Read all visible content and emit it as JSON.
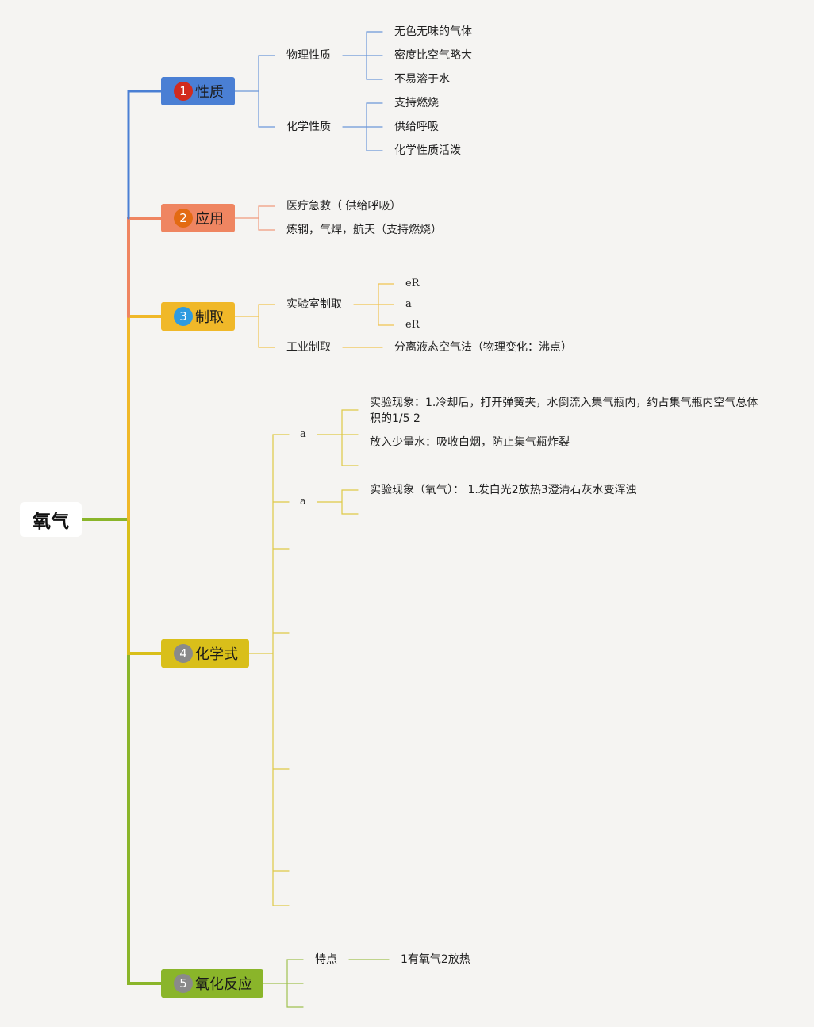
{
  "root": {
    "label": "氧气"
  },
  "colors": {
    "blue": "#4a7fd4",
    "orange": "#ef8561",
    "amber": "#f0b829",
    "yellow": "#d9bf1a",
    "green": "#8ab52a",
    "badge_red": "#d22b1e",
    "badge_orange": "#e36a12",
    "badge_blue": "#2f9be0",
    "badge_gray": "#8a8a8a"
  },
  "branches": [
    {
      "num": "1",
      "label": "性质",
      "groups": [
        {
          "label": "物理性质",
          "items": [
            "无色无味的气体",
            "密度比空气略大",
            "不易溶于水"
          ]
        },
        {
          "label": "化学性质",
          "items": [
            "支持燃烧",
            "供给呼吸",
            "化学性质活泼"
          ]
        }
      ]
    },
    {
      "num": "2",
      "label": "应用",
      "items": [
        "医疗急救（ 供给呼吸）",
        "炼钢，气焊，航天（支持燃烧）"
      ]
    },
    {
      "num": "3",
      "label": "制取",
      "groups": [
        {
          "label": "实验室制取",
          "items": [
            "eR",
            "a",
            "eR"
          ]
        },
        {
          "label": "工业制取",
          "items": [
            "分离液态空气法（物理变化：沸点）"
          ]
        }
      ]
    },
    {
      "num": "4",
      "label": "化学式",
      "groups": [
        {
          "label": "a",
          "items": [
            "实验现象：1.冷却后，打开弹簧夹，水倒流入集气瓶内，约占集气瓶内空气总体积的1/5 2",
            "放入少量水：吸收白烟，防止集气瓶炸裂"
          ]
        },
        {
          "label": "a",
          "items": [
            "实验现象（氧气）： 1.发白光2放热3澄清石灰水变浑浊"
          ]
        }
      ]
    },
    {
      "num": "5",
      "label": "氧化反应",
      "groups": [
        {
          "label": "特点",
          "items": [
            "1有氧气2放热"
          ]
        }
      ]
    }
  ]
}
